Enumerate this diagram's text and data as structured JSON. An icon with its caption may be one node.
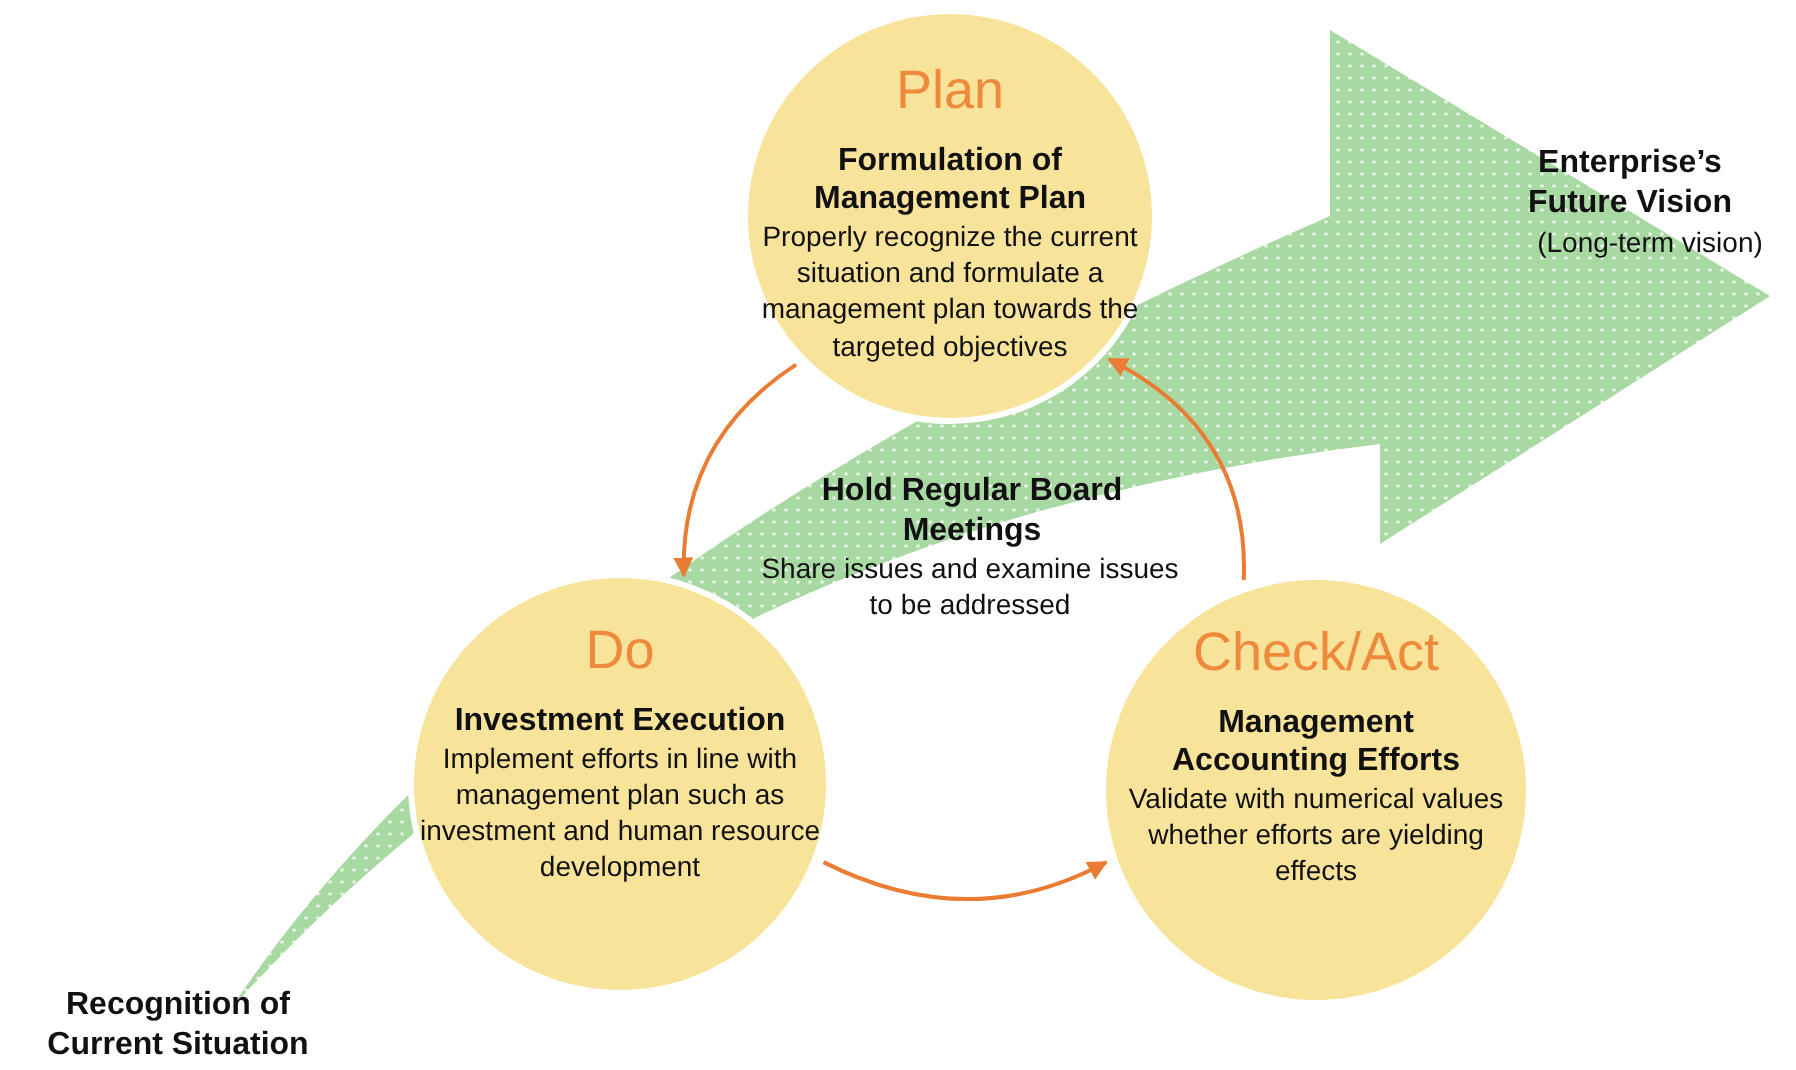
{
  "diagram": {
    "nodes": [
      {
        "text": [
          "Plan",
          "Formulation of Management Plan",
          "Properly recognize the current situation and formulate a management plan towards the targeted objectives"
        ]
      },
      {
        "text": [
          "Do",
          "Investment Execution",
          "Implement efforts in line with management plan such as investment and human resource development"
        ]
      },
      {
        "text": [
          "Check/Act",
          "Management Accounting Efforts",
          "Validate with numerical values whether efforts are yielding effects"
        ]
      }
    ],
    "edges": [
      {
        "from": 0,
        "to": 1,
        "arrow": "to"
      },
      {
        "from": 1,
        "to": 2,
        "arrow": "to"
      },
      {
        "from": 2,
        "to": 0,
        "arrow": "to"
      }
    ],
    "labels": [
      "Enterprise’s Future Vision",
      "(Long-term vision)",
      "Hold Regular Board Meetings",
      "Share issues and examine issues to be addressed",
      "Recognition of Current Situation"
    ]
  }
}
